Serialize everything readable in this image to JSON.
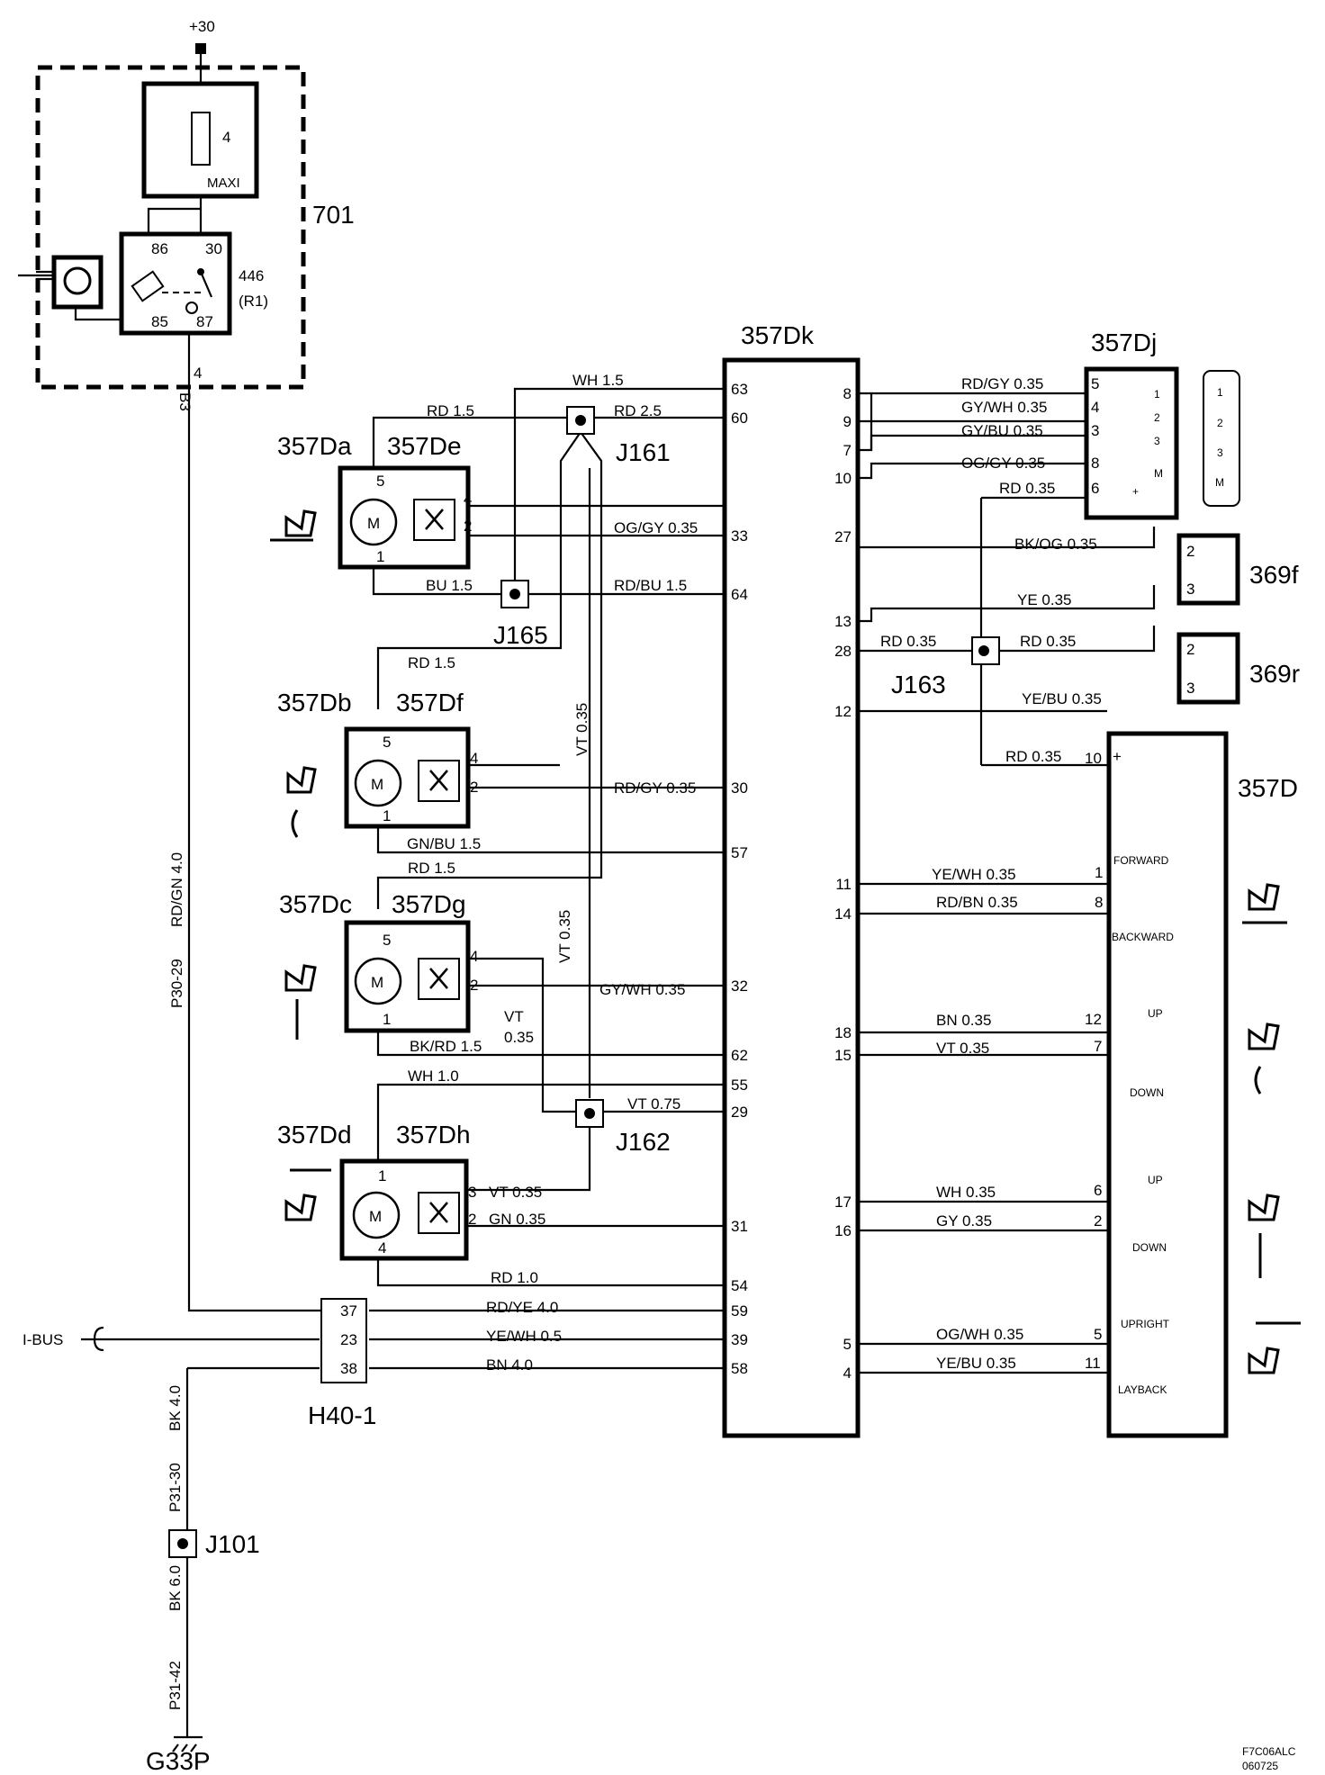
{
  "diagram": {
    "supply": {
      "label": "+30"
    },
    "fuse": {
      "number": "4",
      "type": "MAXI"
    },
    "fusebox": {
      "id": "701"
    },
    "relay": {
      "id": "446",
      "sub": "(R1)",
      "pins": [
        "86",
        "30",
        "85",
        "87"
      ]
    },
    "feed_wire": {
      "pin": "4",
      "conn": "B3",
      "color": "RD/GN  4.0",
      "code": "P30-29"
    },
    "ecu": {
      "id": "357Dk",
      "left_pins": [
        "63",
        "60",
        "33",
        "64",
        "30",
        "57",
        "32",
        "62",
        "55",
        "29",
        "31",
        "54",
        "59",
        "39",
        "58"
      ],
      "right_pins": [
        "8",
        "9",
        "7",
        "10",
        "27",
        "13",
        "28",
        "12",
        "11",
        "14",
        "18",
        "15",
        "17",
        "16",
        "5",
        "4"
      ]
    },
    "switch_dj": {
      "id": "357Dj",
      "pins": [
        "5",
        "4",
        "3",
        "8",
        "6"
      ],
      "positions": [
        "1",
        "2",
        "3",
        "M",
        "+"
      ],
      "keys": [
        "1",
        "2",
        "3",
        "M"
      ]
    },
    "switch_d": {
      "id": "357D",
      "power_pin": "10",
      "power_sign": "+",
      "groups": [
        {
          "top": "FORWARD",
          "bottom": "BACKWARD",
          "pins": [
            "1",
            "8"
          ]
        },
        {
          "top": "UP",
          "bottom": "DOWN",
          "pins": [
            "12",
            "7"
          ]
        },
        {
          "top": "UP",
          "bottom": "DOWN",
          "pins": [
            "6",
            "2"
          ]
        },
        {
          "top": "UPRIGHT",
          "bottom": "LAYBACK",
          "pins": [
            "5",
            "11"
          ]
        }
      ]
    },
    "motors": [
      {
        "motor": "357Da",
        "sensor": "357De",
        "pins": [
          "5",
          "1",
          "4",
          "2"
        ],
        "symbol": "M"
      },
      {
        "motor": "357Db",
        "sensor": "357Df",
        "pins": [
          "5",
          "1",
          "4",
          "2"
        ],
        "symbol": "M"
      },
      {
        "motor": "357Dc",
        "sensor": "357Dg",
        "pins": [
          "5",
          "1",
          "4",
          "2"
        ],
        "symbol": "M"
      },
      {
        "motor": "357Dd",
        "sensor": "357Dh",
        "pins": [
          "1",
          "4",
          "3",
          "2"
        ],
        "symbol": "M"
      }
    ],
    "switches": [
      {
        "id": "369f",
        "pins": [
          "2",
          "3"
        ]
      },
      {
        "id": "369r",
        "pins": [
          "2",
          "3"
        ]
      }
    ],
    "junctions": [
      "J161",
      "J165",
      "J162",
      "J163",
      "J101"
    ],
    "connector": {
      "id": "H40-1",
      "pins": [
        "37",
        "23",
        "38"
      ]
    },
    "ibus": "I-BUS",
    "ground": {
      "id": "G33P",
      "wire1_code": "P31-30",
      "wire1_color": "BK  4.0",
      "wire2_code": "P31-42",
      "wire2_color": "BK  6.0"
    },
    "wire_labels": {
      "wh15": "WH  1.5",
      "rd15": "RD  1.5",
      "rd25": "RD  2.5",
      "oggy": "OG/GY  0.35",
      "bu15": "BU 1.5",
      "rdbu": "RD/BU  1.5",
      "rd15b": "RD  1.5",
      "vt035": "VT  0.35",
      "rdgy": "RD/GY  0.35",
      "gnbu": "GN/BU  1.5",
      "rd15c": "RD  1.5",
      "vt035b": "VT  0.35",
      "gywh": "GY/WH  0.35",
      "vt": "VT",
      "n035": "0.35",
      "bkrd": "BK/RD  1.5",
      "wh10": "WH  1.0",
      "vt075": "VT  0.75",
      "vt3": "VT  0.35",
      "gn": "GN  0.35",
      "rd10": "RD  1.0",
      "rdye": "RD/YE  4.0",
      "yewh": "YE/WH  0.5",
      "bn": "BN  4.0",
      "r_rdgy": "RD/GY  0.35",
      "r_gywh": "GY/WH  0.35",
      "r_gybu": "GY/BU  0.35",
      "r_oggy": "OG/GY  0.35",
      "r_rd6": "RD  0.35",
      "r_bkog": "BK/OG  0.35",
      "r_ye": "YE  0.35",
      "r_rd28a": "RD  0.35",
      "r_rd28b": "RD  0.35",
      "r_yebu": "YE/BU  0.35",
      "r_rd10": "RD 0.35",
      "r_yewh": "YE/WH 0.35",
      "r_rdbn": "RD/BN 0.35",
      "r_bn": "BN  0.35",
      "r_vt": "VT  0.35",
      "r_wh": "WH  0.35",
      "r_gy": "GY  0.35",
      "r_ogwh": "OG/WH 0.35",
      "r_yebu4": "YE/BU  0.35"
    },
    "footer": {
      "code": "F7C06ALC",
      "date": "060725"
    }
  }
}
